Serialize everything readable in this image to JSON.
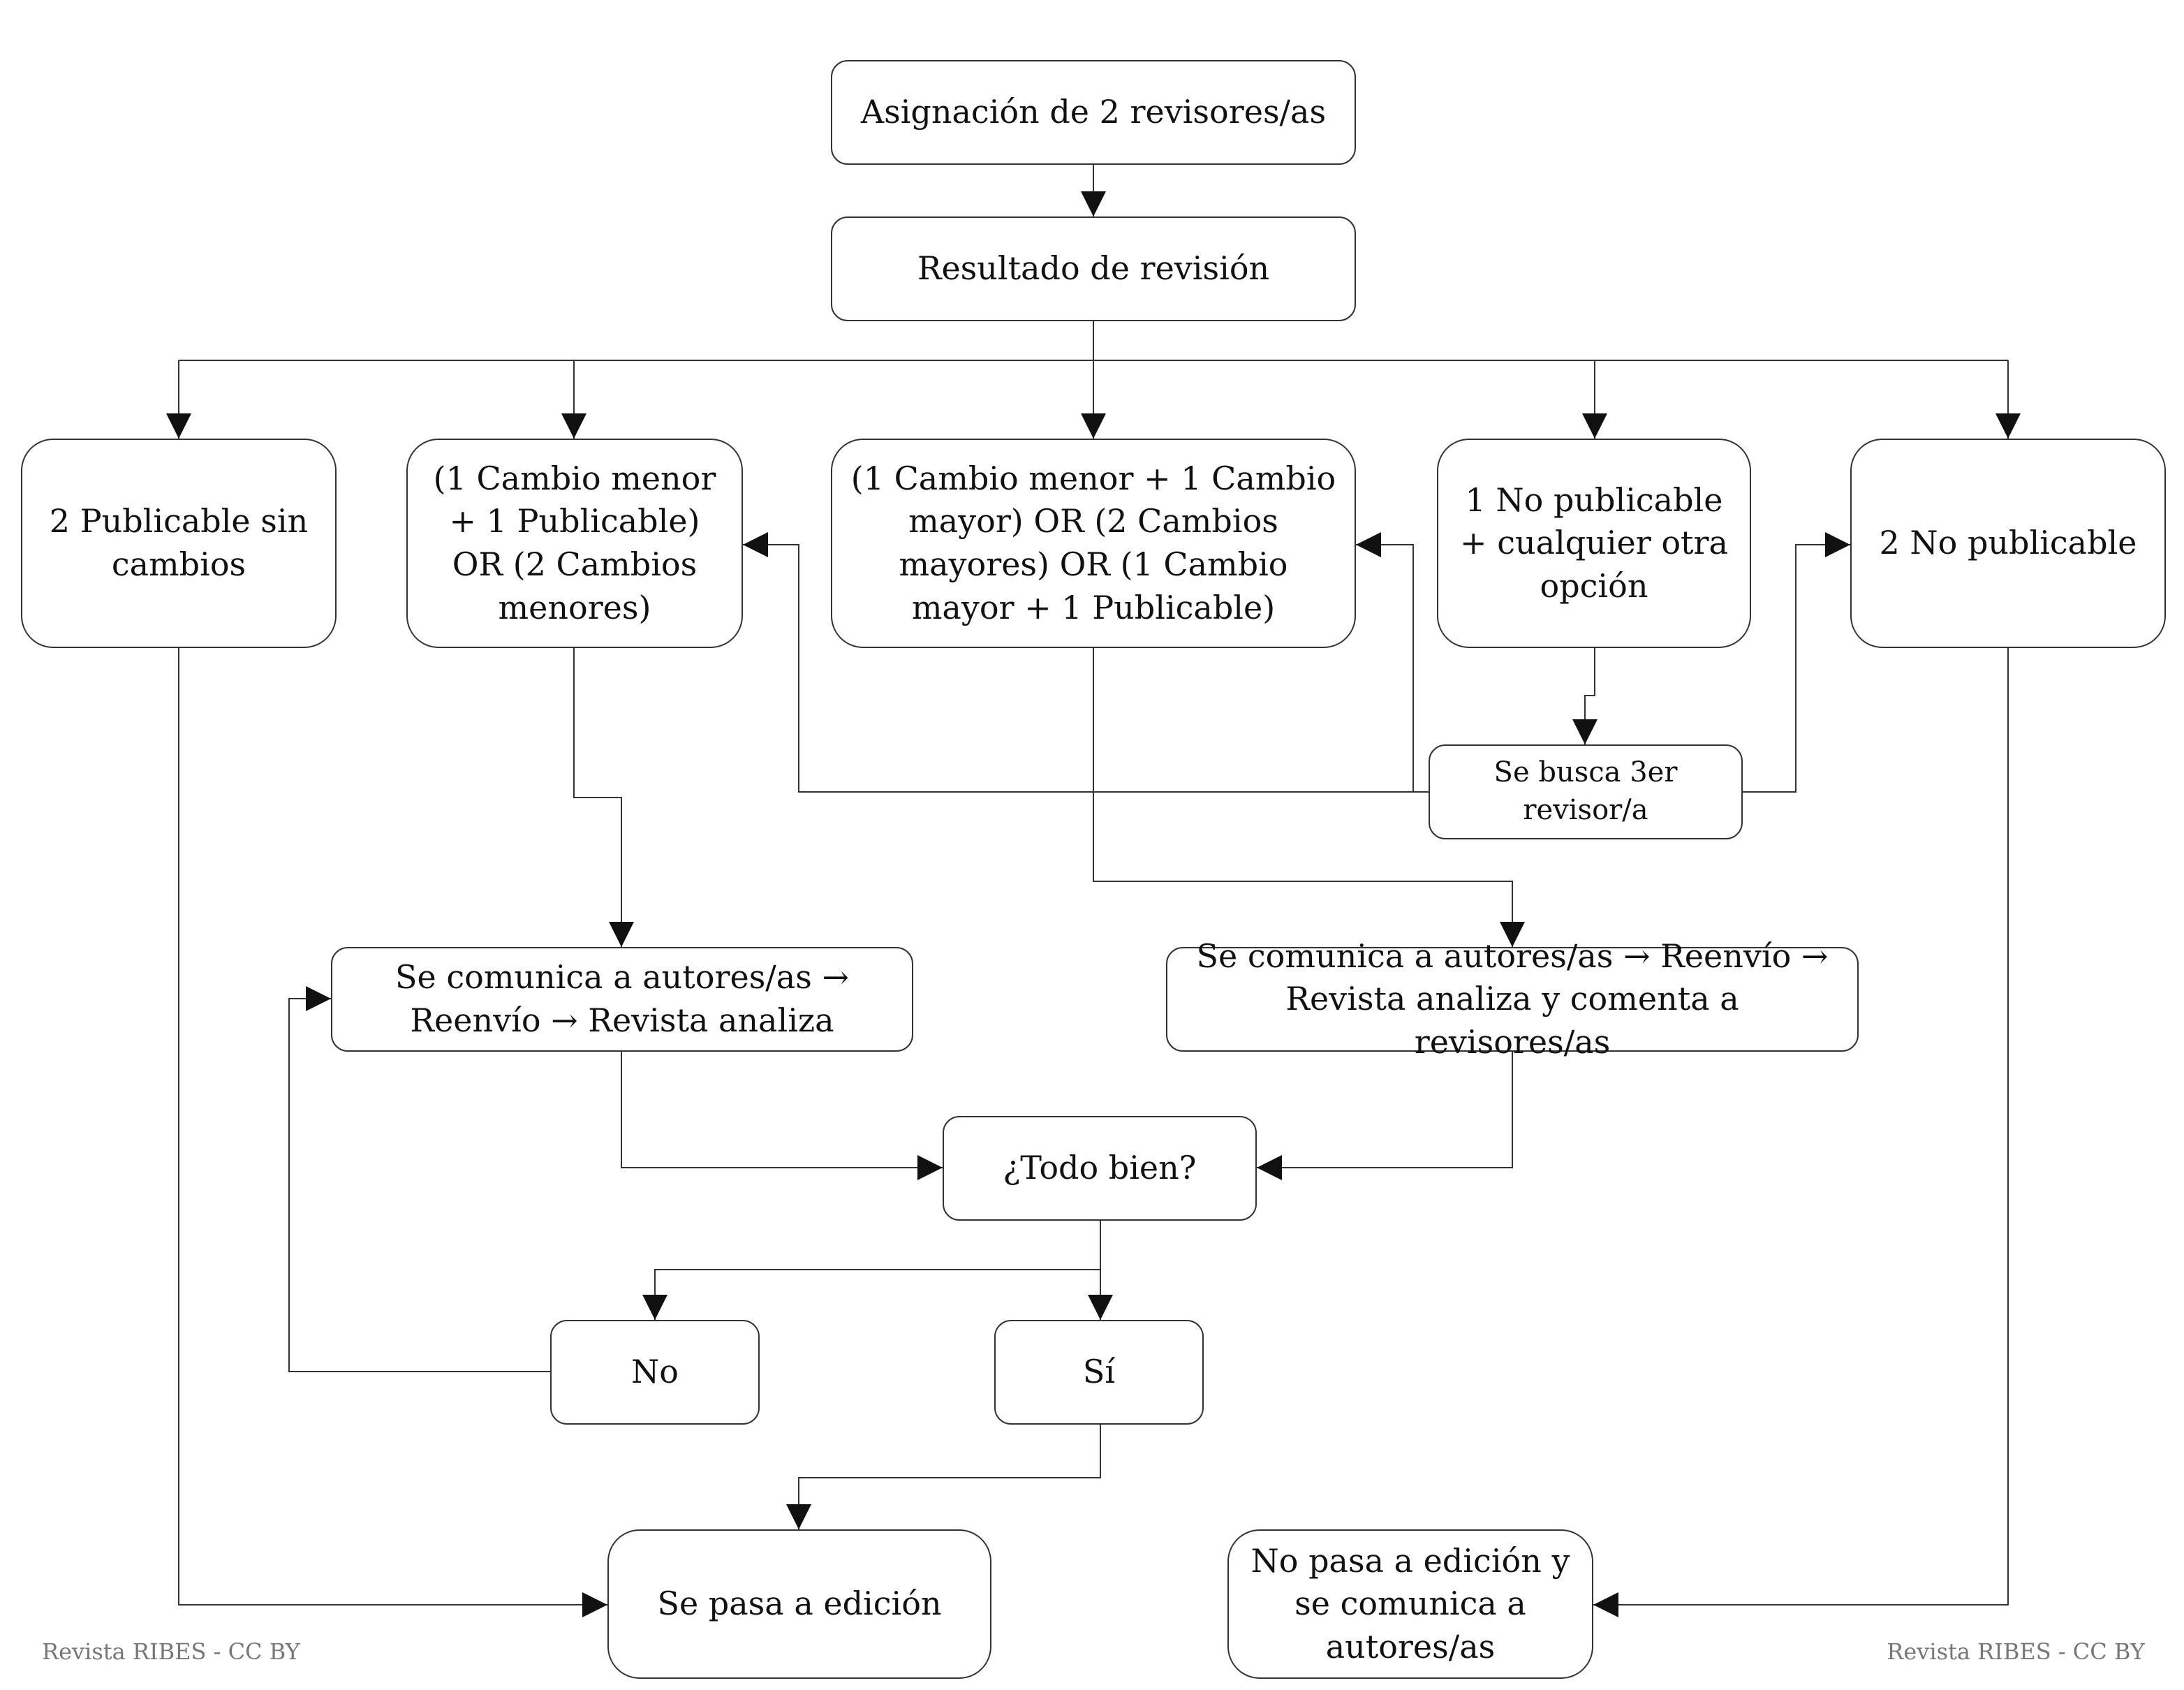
{
  "nodes": {
    "assign": "Asignación de 2 revisores/as",
    "result": "Resultado de revisión",
    "pub2": "2 Publicable sin cambios",
    "minor": "(1 Cambio menor + 1 Publicable) OR (2 Cambios menores)",
    "major": "(1 Cambio menor + 1 Cambio mayor) OR (2 Cambios mayores) OR (1 Cambio mayor + 1 Publicable)",
    "nopub1": "1 No publicable + cualquier otra opción",
    "nopub2": "2 No publicable",
    "third": "Se busca 3er revisor/a",
    "comm_left": "Se comunica a autores/as → Reenvío → Revista analiza",
    "comm_right": "Se comunica a autores/as → Reenvío → Revista analiza y comenta a revisores/as",
    "check": "¿Todo bien?",
    "no": "No",
    "yes": "Sí",
    "edit": "Se pasa a edición",
    "noedit": "No pasa a edición y se comunica a autores/as"
  },
  "footer": {
    "left": "Revista RIBES - CC BY",
    "right": "Revista RIBES - CC BY"
  },
  "colors": {
    "line": "#333333",
    "text": "#111111",
    "footer": "#777777",
    "background": "#ffffff"
  }
}
